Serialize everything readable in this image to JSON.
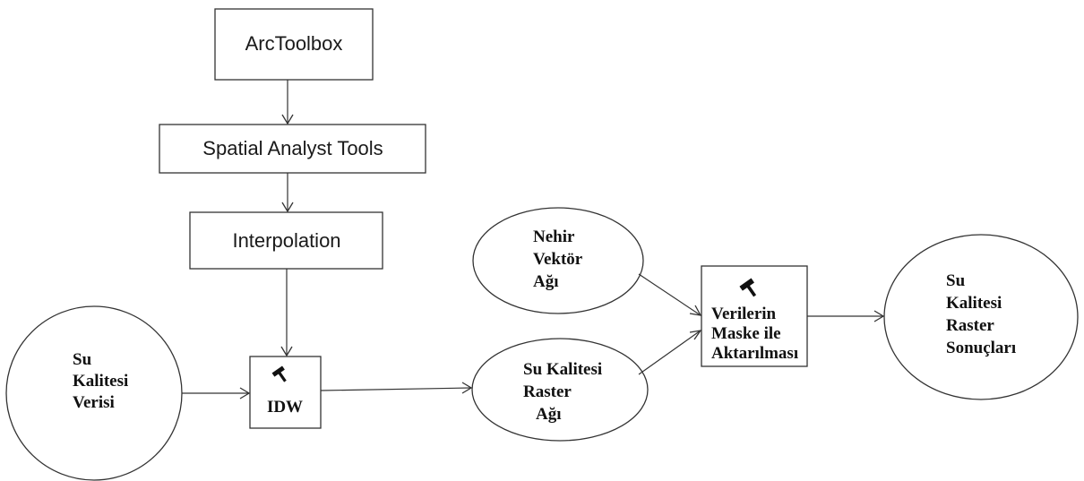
{
  "nodes": {
    "arctoolbox": {
      "label": "ArcToolbox"
    },
    "spatial_analyst": {
      "label": "Spatial Analyst Tools"
    },
    "interpolation": {
      "label": "Interpolation"
    },
    "su_kalitesi_verisi": {
      "lines": [
        "Su",
        "Kalitesi",
        "Verisi"
      ]
    },
    "idw": {
      "label": "IDW",
      "icon": "hammer-icon"
    },
    "su_kalitesi_raster_agi": {
      "lines": [
        "Su Kalitesi",
        "Raster",
        "Ağı"
      ]
    },
    "nehir_vektor_agi": {
      "lines": [
        "Nehir",
        "Vektör",
        "Ağı"
      ]
    },
    "maske": {
      "lines": [
        "Verilerin",
        "Maske ile",
        "Aktarılması"
      ],
      "icon": "hammer-icon"
    },
    "sonuclari": {
      "lines": [
        "Su",
        "Kalitesi",
        "Raster",
        "Sonuçları"
      ]
    }
  }
}
